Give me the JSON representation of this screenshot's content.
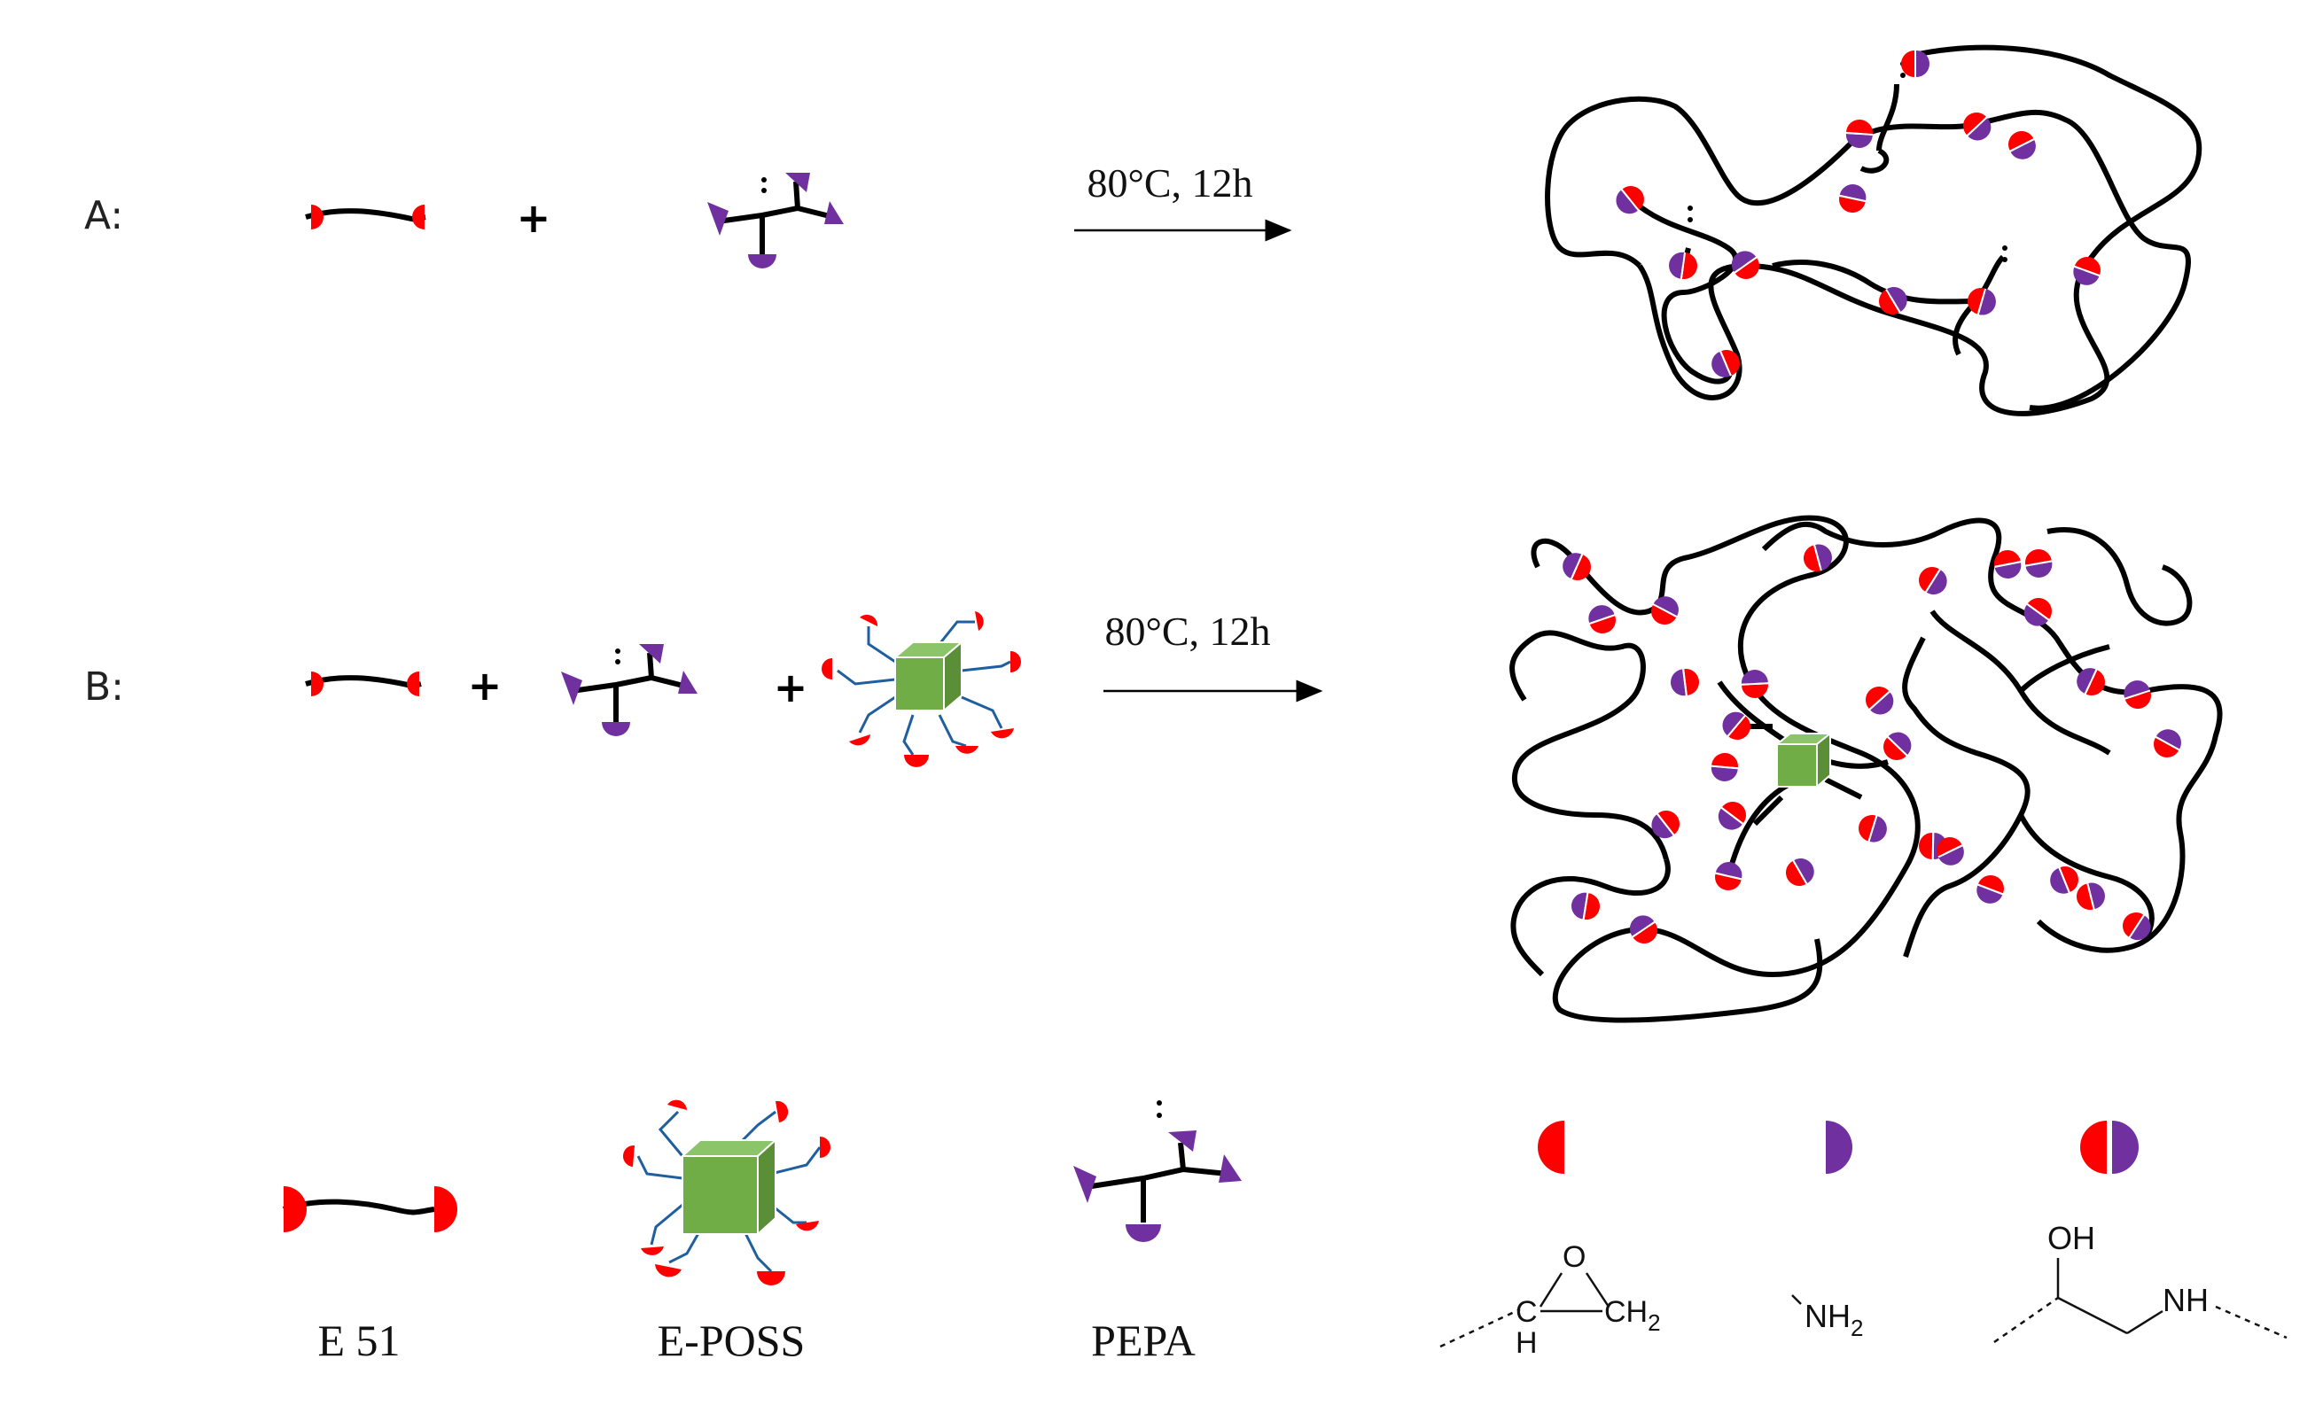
{
  "colors": {
    "epoxy_end": "#ff0000",
    "amine_end": "#7030a0",
    "poss_cube_front": "#70ad47",
    "poss_cube_side": "#5a8f38",
    "poss_cube_top": "#8cc46a",
    "poss_arm": "#1f5f9f",
    "chain": "#000000"
  },
  "rows": [
    {
      "id": "A",
      "label": "A:",
      "plus_signs": [
        "+"
      ],
      "reaction_condition": "80°C, 12h"
    },
    {
      "id": "B",
      "label": "B:",
      "plus_signs": [
        "+",
        "+"
      ],
      "reaction_condition": "80°C, 12h"
    }
  ],
  "legend": {
    "components": [
      {
        "name": "E 51",
        "icon": "epoxy-chain-icon"
      },
      {
        "name": "E-POSS",
        "icon": "poss-cube-icon"
      },
      {
        "name": "PEPA",
        "icon": "amine-branch-icon"
      }
    ],
    "groups": [
      {
        "icon": "epoxy-half-circle-icon",
        "structure": {
          "o": "O",
          "ch": "C",
          "h_sub": "H",
          "ch2": "CH2"
        }
      },
      {
        "icon": "amine-half-circle-icon",
        "structure": {
          "nh2": "NH2"
        }
      },
      {
        "icon": "reacted-circle-icon",
        "structure": {
          "oh": "OH",
          "nh": "NH"
        }
      }
    ]
  }
}
